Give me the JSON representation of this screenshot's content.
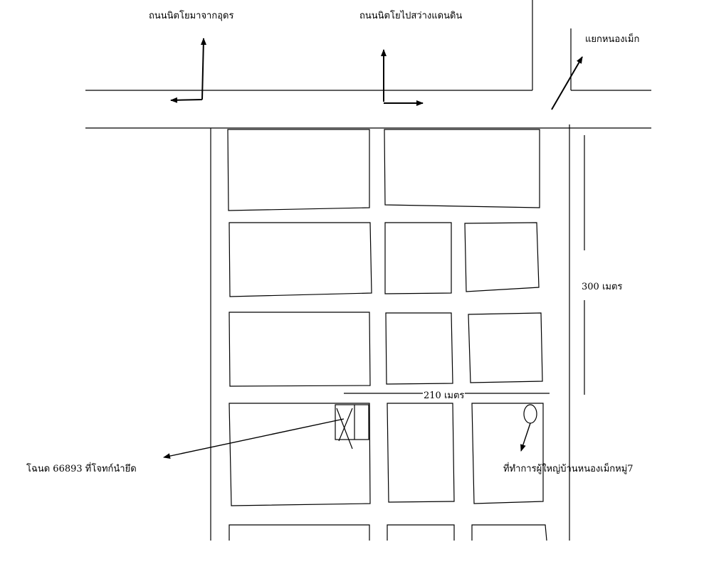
{
  "map": {
    "labels": {
      "road_from_udon": "ถนนนิตโยมาจากอุดร",
      "road_to_sawang": "ถนนนิตโยไปสว่างแดนดิน",
      "junction": "แยกหนองเม็ก",
      "distance_vertical": "300 เมตร",
      "distance_horizontal": "210 เมตร",
      "plot_note": "โฉนด 66893 ที่โจทก์นำยึด",
      "village_office": "ที่ทำการผู้ใหญ่บ้านหนองเม็กหมู่7"
    },
    "colors": {
      "line": "#000000",
      "background": "#ffffff"
    }
  }
}
